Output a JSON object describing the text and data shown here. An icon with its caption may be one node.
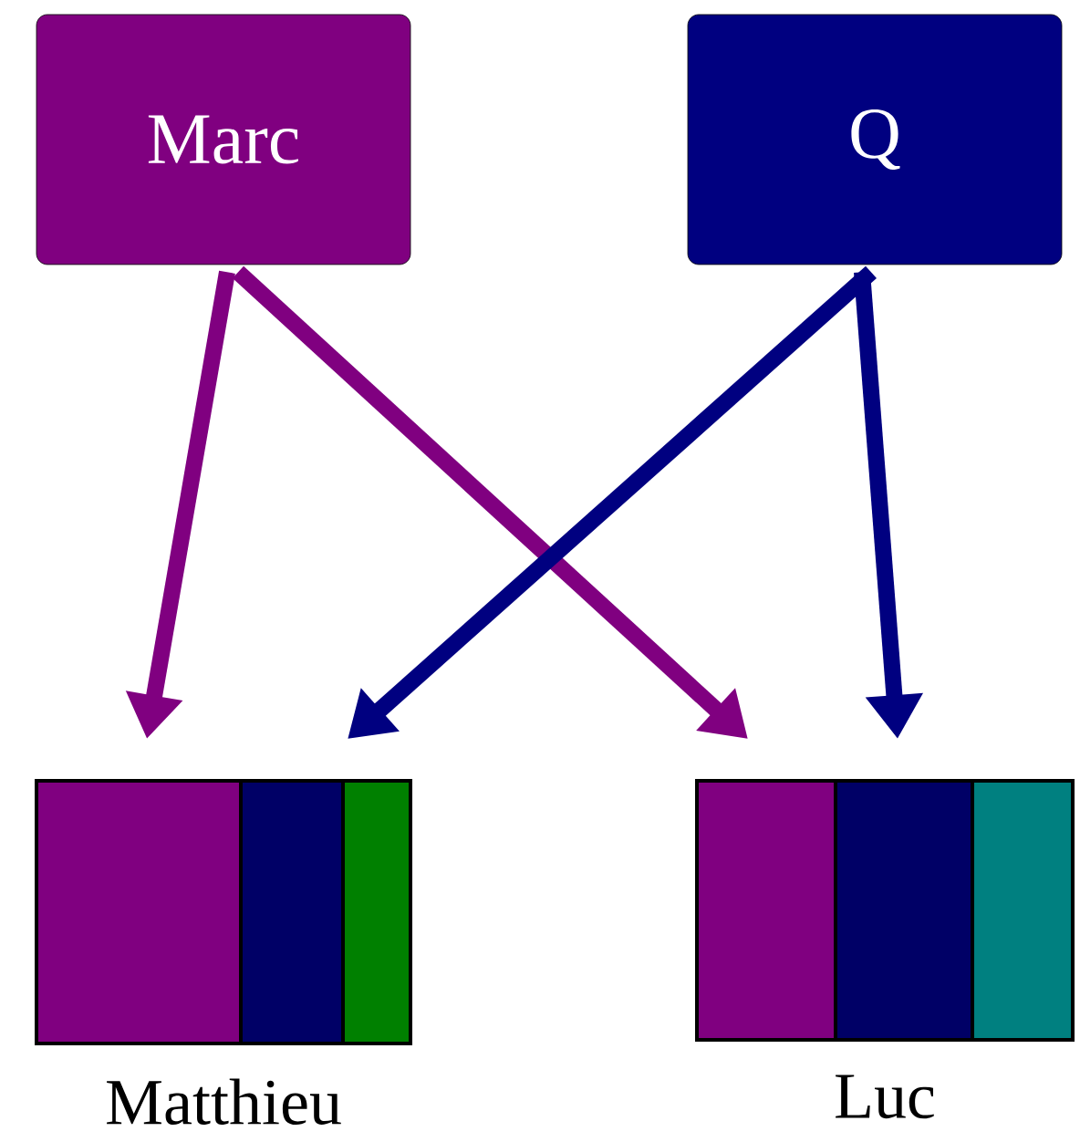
{
  "diagram": {
    "nodes": [
      {
        "text": [
          "Marc"
        ]
      },
      {
        "text": [
          "Q"
        ]
      },
      {
        "text": [
          "Matthieu"
        ]
      },
      {
        "text": [
          "Luc"
        ]
      }
    ],
    "edges": [
      {
        "from": 0,
        "to": 2,
        "arrow": "to",
        "color": "#800080"
      },
      {
        "from": 0,
        "to": 3,
        "arrow": "to",
        "color": "#800080"
      },
      {
        "from": 1,
        "to": 2,
        "arrow": "to",
        "color": "#000080"
      },
      {
        "from": 1,
        "to": 3,
        "arrow": "to",
        "color": "#000080"
      }
    ]
  }
}
